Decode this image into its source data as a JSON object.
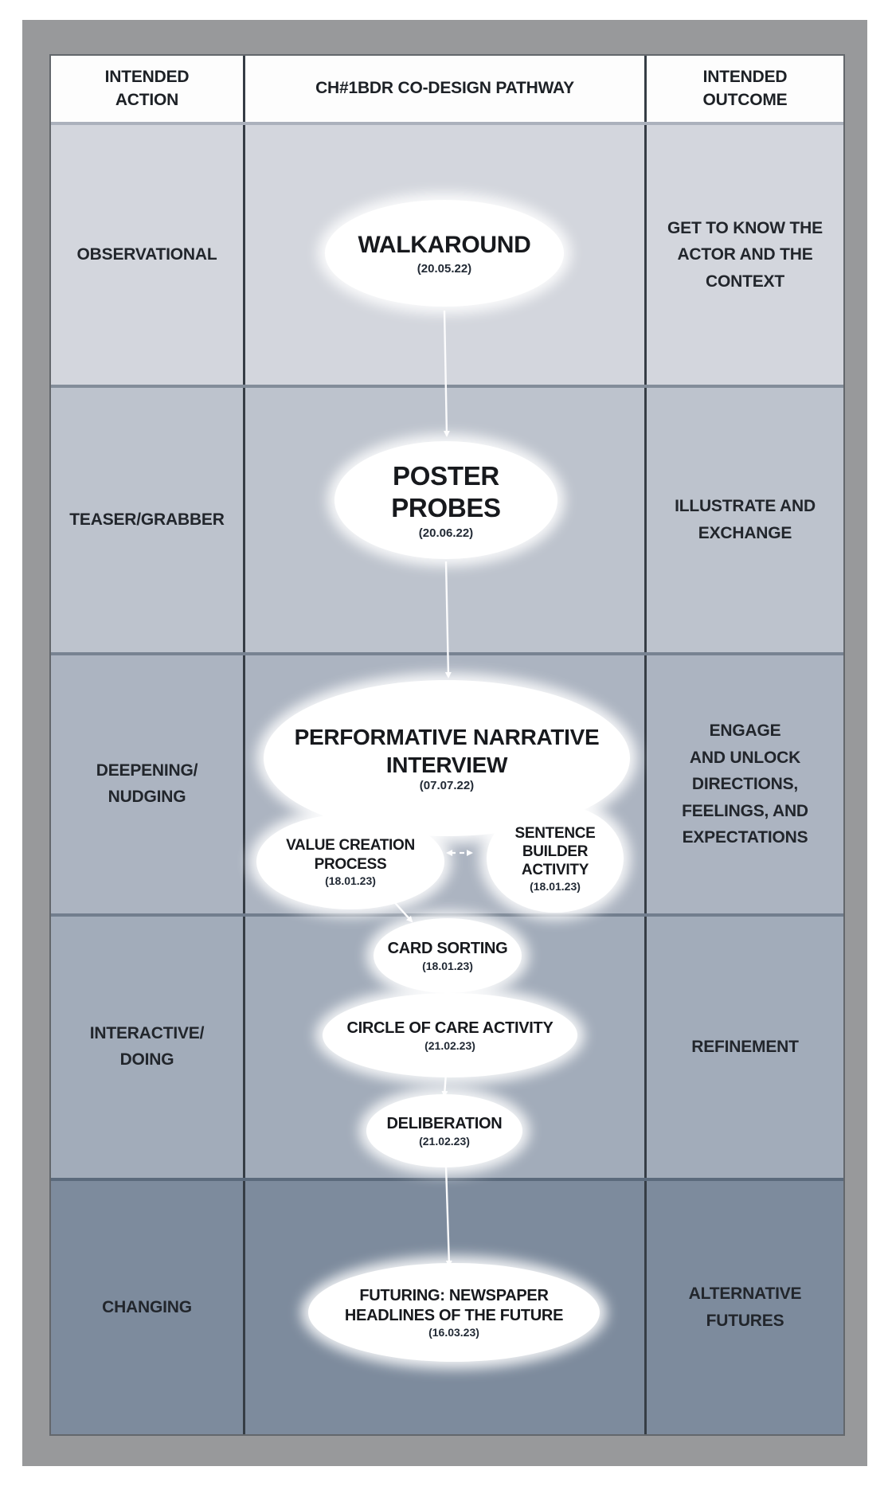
{
  "columns": {
    "action": "INTENDED\nACTION",
    "pathway": "CH#1BDR CO-DESIGN PATHWAY",
    "outcome": "INTENDED\nOUTCOME"
  },
  "rows": [
    {
      "action": "OBSERVATIONAL",
      "outcome": "GET TO KNOW THE\nACTOR AND THE\nCONTEXT",
      "shade": "#d3d6dd"
    },
    {
      "action": "TEASER/GRABBER",
      "outcome": "ILLUSTRATE AND\nEXCHANGE",
      "shade": "#bdc3cd"
    },
    {
      "action": "DEEPENING/\nNUDGING",
      "outcome": "ENGAGE\nAND UNLOCK\nDIRECTIONS,\nFEELINGS, AND\nEXPECTATIONS",
      "shade": "#acb4c1"
    },
    {
      "action": "INTERACTIVE/\nDOING",
      "outcome": "REFINEMENT",
      "shade": "#a2acba"
    },
    {
      "action": "CHANGING",
      "outcome": "ALTERNATIVE\nFUTURES",
      "shade": "#7d8b9d"
    }
  ],
  "nodes": [
    {
      "title": "WALKAROUND",
      "date": "(20.05.22)"
    },
    {
      "title": "POSTER PROBES",
      "date": "(20.06.22)"
    },
    {
      "title": "PERFORMATIVE NARRATIVE\nINTERVIEW",
      "date": "(07.07.22)"
    },
    {
      "title": "VALUE CREATION\nPROCESS",
      "date": "(18.01.23)"
    },
    {
      "title": "SENTENCE\nBUILDER\nACTIVITY",
      "date": "(18.01.23)"
    },
    {
      "title": "CARD SORTING",
      "date": "(18.01.23)"
    },
    {
      "title": "CIRCLE OF CARE ACTIVITY",
      "date": "(21.02.23)"
    },
    {
      "title": "DELIBERATION",
      "date": "(21.02.23)"
    },
    {
      "title": "FUTURING: NEWSPAPER\nHEADLINES OF THE FUTURE",
      "date": "(16.03.23)"
    }
  ],
  "colors": {
    "frame": "#98999b",
    "header_bg": "#fdfdfd",
    "node_fill": "#ffffff",
    "arrow": "#fcfcfd",
    "divider_dark": "#363d45",
    "text": "#1d2126"
  }
}
